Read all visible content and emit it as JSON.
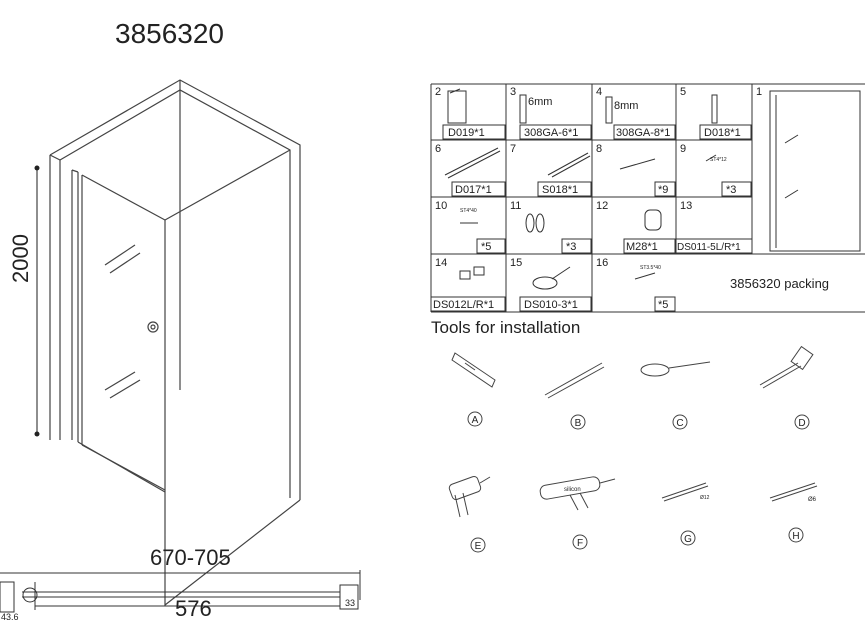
{
  "model": "3856320",
  "dims": {
    "height": "2000",
    "width_range": "670-705",
    "inner": "576",
    "left_offset": "43.6",
    "right_offset": "33"
  },
  "packing_title": "3856320 packing",
  "parts": [
    {
      "num": "2",
      "label": "D019*1"
    },
    {
      "num": "3",
      "label": "308GA-6*1",
      "note": "6mm"
    },
    {
      "num": "4",
      "label": "308GA-8*1",
      "note": "8mm"
    },
    {
      "num": "5",
      "label": "D018*1"
    },
    {
      "num": "1",
      "label": ""
    },
    {
      "num": "6",
      "label": "D017*1"
    },
    {
      "num": "7",
      "label": "S018*1"
    },
    {
      "num": "8",
      "label": "*9"
    },
    {
      "num": "9",
      "label": "*3",
      "note": "ST4*12"
    },
    {
      "num": "10",
      "label": "*5",
      "note": "ST4*40"
    },
    {
      "num": "11",
      "label": "*3"
    },
    {
      "num": "12",
      "label": "M28*1"
    },
    {
      "num": "13",
      "label": "DS011-5L/R*1"
    },
    {
      "num": "14",
      "label": "DS012L/R*1"
    },
    {
      "num": "15",
      "label": "DS010-3*1"
    },
    {
      "num": "16",
      "label": "*5",
      "note": "ST3.5*40"
    }
  ],
  "tools": {
    "title": "Tools for installation",
    "items": [
      {
        "letter": "A",
        "icon": "spirit-level-icon"
      },
      {
        "letter": "B",
        "icon": "pencil-icon"
      },
      {
        "letter": "C",
        "icon": "screwdriver-icon"
      },
      {
        "letter": "D",
        "icon": "hammer-icon"
      },
      {
        "letter": "E",
        "icon": "drill-icon"
      },
      {
        "letter": "F",
        "icon": "silicone-gun-icon",
        "note": "silicon"
      },
      {
        "letter": "G",
        "icon": "drill-bit-icon",
        "note": "Ø12"
      },
      {
        "letter": "H",
        "icon": "drill-bit-icon",
        "note": "Ø6"
      }
    ]
  }
}
